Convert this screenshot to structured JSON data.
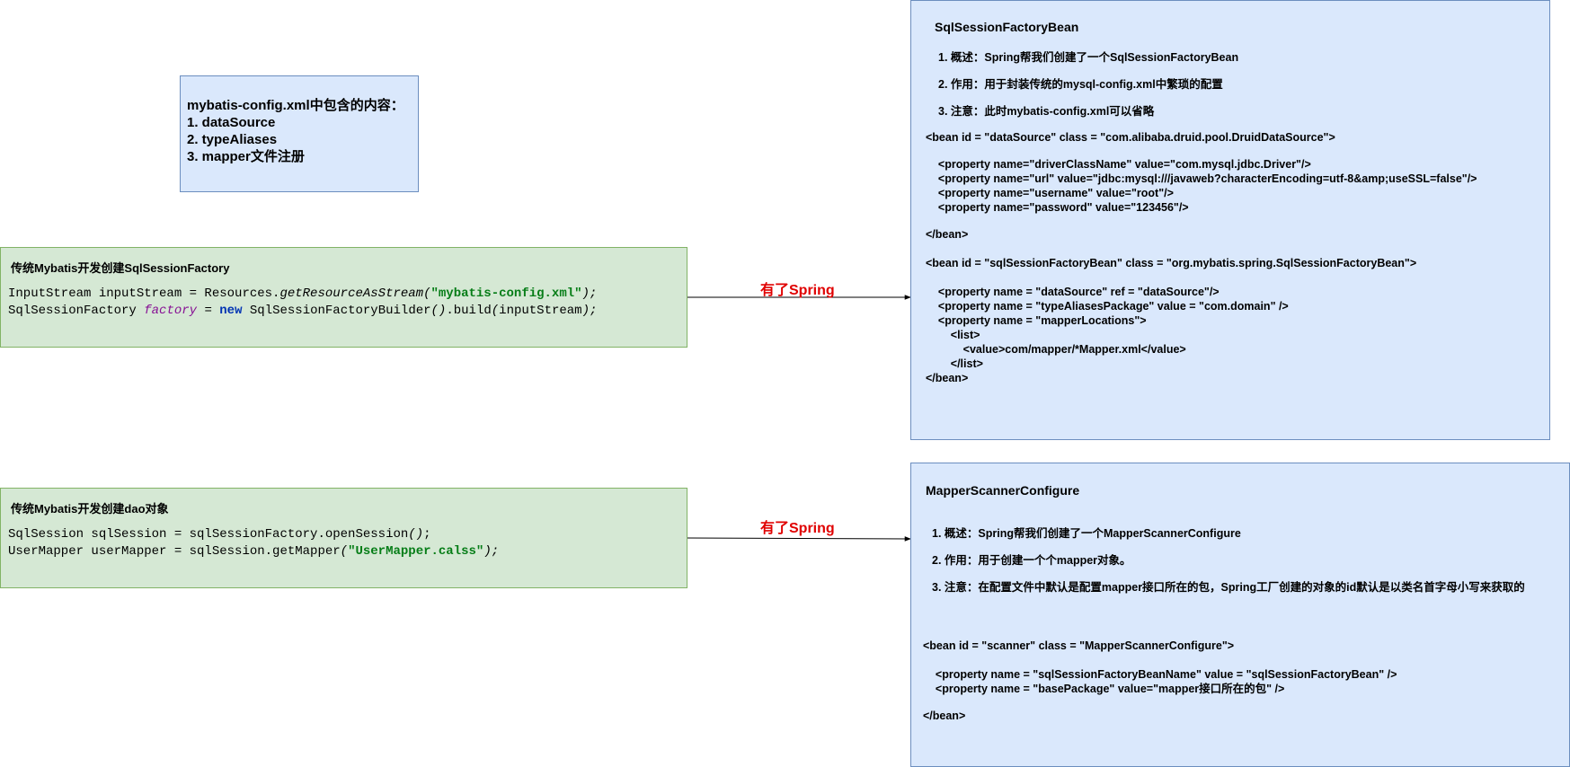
{
  "config_box": {
    "heading": "mybatis-config.xml中包含的内容：",
    "items": [
      "1. dataSource",
      "2. typeAliases",
      "3. mapper文件注册"
    ]
  },
  "factory_box": {
    "title": "传统Mybatis开发创建SqlSessionFactory",
    "code": {
      "l1_a": "InputStream inputStream = Resources.",
      "l1_b": "getResourceAsStream",
      "l1_c": "(",
      "l1_d": "\"mybatis-config.xml\"",
      "l1_e": ");",
      "l2_a": "SqlSessionFactory ",
      "l2_b": "factory",
      "l2_c": " = ",
      "l2_d": "new",
      "l2_e": " SqlSessionFactoryBuilder",
      "l2_f": "()",
      "l2_g": ".build",
      "l2_h": "(",
      "l2_i": "inputStream",
      "l2_j": ");"
    }
  },
  "dao_box": {
    "title": "传统Mybatis开发创建dao对象",
    "code": {
      "l1_a": "SqlSession sqlSession = sqlSessionFactory.openSession",
      "l1_b": "()",
      "l1_c": ";",
      "l2_a": "UserMapper userMapper = sqlSession.getMapper",
      "l2_b": "(",
      "l2_c": "\"UserMapper.calss\"",
      "l2_d": ");"
    }
  },
  "arrows": {
    "top_label": "有了Spring",
    "bottom_label": "有了Spring"
  },
  "sqlfactory_box": {
    "title": "SqlSessionFactoryBean",
    "points": [
      "1. 概述：Spring帮我们创建了一个SqlSessionFactoryBean",
      "2. 作用：用于封装传统的mysql-config.xml中繁琐的配置",
      "3. 注意：此时mybatis-config.xml可以省略"
    ],
    "xml_block_1": "<bean id = \"dataSource\" class = \"com.alibaba.druid.pool.DruidDataSource\">",
    "xml_block_2": "    <property name=\"driverClassName\" value=\"com.mysql.jdbc.Driver\"/>\n    <property name=\"url\" value=\"jdbc:mysql:///javaweb?characterEncoding=utf-8&amp;useSSL=false\"/>\n    <property name=\"username\" value=\"root\"/>\n    <property name=\"password\" value=\"123456\"/>",
    "xml_block_3": "</bean>",
    "xml_block_4": "<bean id = \"sqlSessionFactoryBean\" class = \"org.mybatis.spring.SqlSessionFactoryBean\">",
    "xml_block_5": "    <property name = \"dataSource\" ref = \"dataSource\"/>\n    <property name = \"typeAliasesPackage\" value = \"com.domain\" />\n    <property name = \"mapperLocations\">\n        <list>\n            <value>com/mapper/*Mapper.xml</value>\n        </list>\n</bean>"
  },
  "mapper_box": {
    "title": "MapperScannerConfigure",
    "points": [
      "1. 概述：Spring帮我们创建了一个MapperScannerConfigure",
      "2. 作用：用于创建一个个mapper对象。",
      "3. 注意：在配置文件中默认是配置mapper接口所在的包，Spring工厂创建的对象的id默认是以类名首字母小写来获取的"
    ],
    "xml_block_1": "<bean id = \"scanner\" class = \"MapperScannerConfigure\">",
    "xml_block_2": "    <property name = \"sqlSessionFactoryBeanName\" value = \"sqlSessionFactoryBean\" />\n    <property name = \"basePackage\" value=\"mapper接口所在的包\" />",
    "xml_block_3": "</bean>"
  },
  "colors": {
    "blue_fill": "#dae8fc",
    "blue_stroke": "#6c8ebf",
    "green_fill": "#d5e8d4",
    "green_stroke": "#82b366",
    "label_red": "#e00000"
  }
}
